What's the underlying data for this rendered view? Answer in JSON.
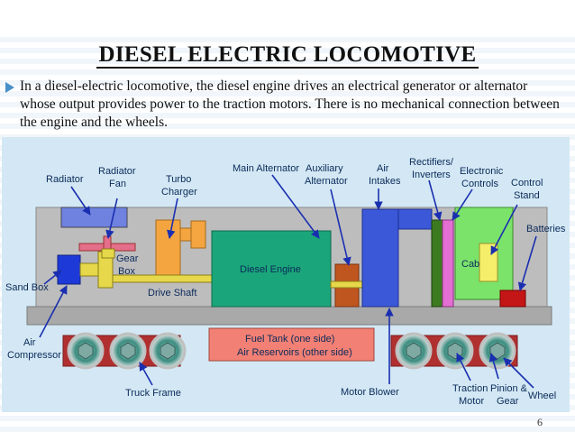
{
  "slide": {
    "title": "DIESEL ELECTRIC LOCOMOTIVE",
    "bullet": "In a diesel-electric locomotive, the diesel engine drives an electrical generator or alternator whose output provides power to the traction motors. There is no mechanical connection between the engine and the wheels.",
    "page_number": "6"
  },
  "diagram": {
    "labels": {
      "radiator": "Radiator",
      "radiator_fan_1": "Radiator",
      "radiator_fan_2": "Fan",
      "turbo_1": "Turbo",
      "turbo_2": "Charger",
      "main_alternator": "Main Alternator",
      "aux_alt_1": "Auxiliary",
      "aux_alt_2": "Alternator",
      "air_intakes_1": "Air",
      "air_intakes_2": "Intakes",
      "rectifiers_1": "Rectifiers/",
      "rectifiers_2": "Inverters",
      "electronic_1": "Electronic",
      "electronic_2": "Controls",
      "control_stand_1": "Control",
      "control_stand_2": "Stand",
      "batteries": "Batteries",
      "sand_box": "Sand Box",
      "air_compressor_1": "Air",
      "air_compressor_2": "Compressor",
      "gear_box_1": "Gear",
      "gear_box_2": "Box",
      "drive_shaft": "Drive Shaft",
      "diesel_engine": "Diesel Engine",
      "cab": "Cab",
      "fuel_tank_1": "Fuel Tank (one side)",
      "fuel_tank_2": "Air Reservoirs (other side)",
      "truck_frame": "Truck Frame",
      "motor_blower": "Motor Blower",
      "traction_motor_1": "Traction",
      "traction_motor_2": "Motor",
      "pinion_gear_1": "Pinion &",
      "pinion_gear_2": "Gear",
      "wheel": "Wheel"
    },
    "colors": {
      "background": "#d3e8f4",
      "body": "#bdbdbd",
      "engine": "#1aa67a",
      "radiator": "#6f82e0",
      "turbo": "#f4a540",
      "gearbox": "#e6d84a",
      "alternator": "#c0561f",
      "intake": "#3a58d8",
      "rectifier": "#3c7a1f",
      "pink": "#e46fd2",
      "cab": "#7be36a",
      "battery": "#c41616",
      "fuel_tank": "#f28074",
      "compressor": "#1d3ad9",
      "arrow": "#1a2fb0"
    }
  }
}
